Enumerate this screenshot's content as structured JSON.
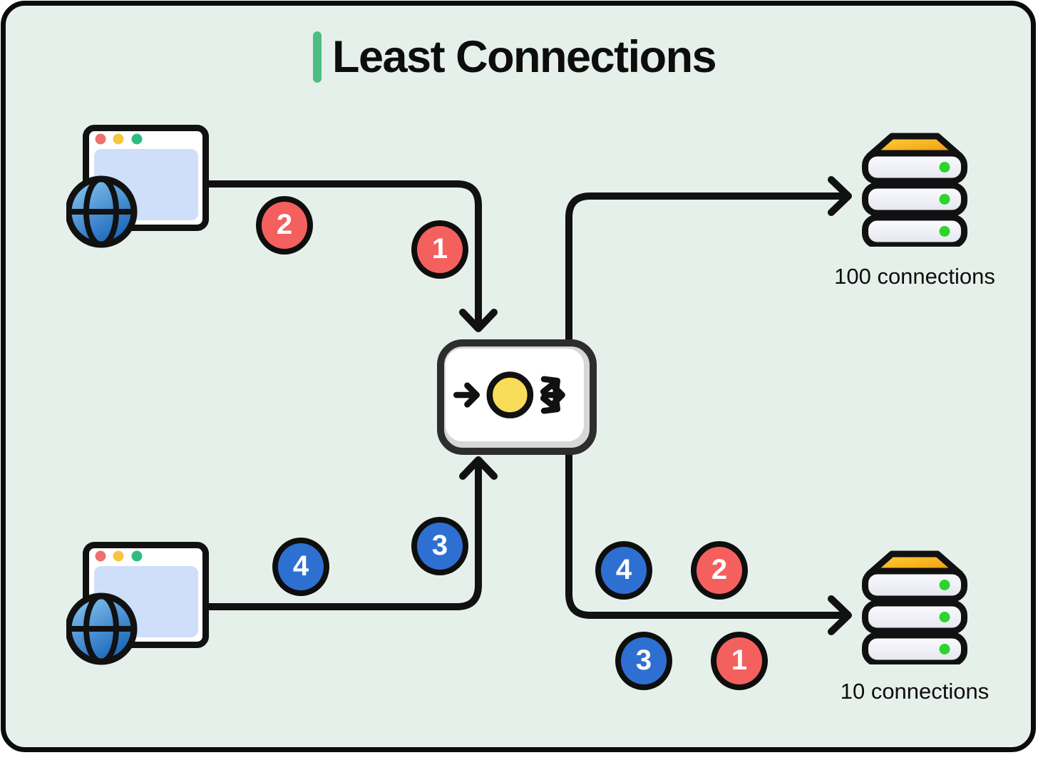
{
  "title": {
    "text": "Least Connections"
  },
  "colors": {
    "panel_background": "#e6f0ea",
    "stroke_black": "#111111",
    "accent_green": "#4dbd82",
    "badge_red": "#f4605e",
    "badge_blue": "#2e70d2",
    "lb_yellow": "#f8dc5a",
    "led_green": "#2ed32e",
    "browser_content_blue": "#cfdef9",
    "server_top_orange": "#f0980f"
  },
  "icons": [
    {
      "name": "browser-window-icon",
      "meaning": "web client window with traffic-light dots"
    },
    {
      "name": "globe-icon",
      "meaning": "internet client"
    },
    {
      "name": "load-balancer-icon",
      "meaning": "distributor: one arrow in, three arrows out of yellow node"
    },
    {
      "name": "server-stack-icon",
      "meaning": "database/server rack with status LEDs"
    }
  ],
  "clients": [
    {
      "name": "web-client-top"
    },
    {
      "name": "web-client-bottom"
    }
  ],
  "servers": [
    {
      "label": "100 connections"
    },
    {
      "label": "10 connections"
    }
  ],
  "requests": [
    {
      "value": "2",
      "color": "red",
      "location": "client-top-to-lb"
    },
    {
      "value": "1",
      "color": "red",
      "location": "client-top-to-lb"
    },
    {
      "value": "4",
      "color": "blue",
      "location": "client-bottom-to-lb"
    },
    {
      "value": "3",
      "color": "blue",
      "location": "client-bottom-to-lb"
    },
    {
      "value": "4",
      "color": "blue",
      "location": "lb-to-bottom-server"
    },
    {
      "value": "2",
      "color": "red",
      "location": "lb-to-bottom-server"
    },
    {
      "value": "3",
      "color": "blue",
      "location": "lb-to-bottom-server"
    },
    {
      "value": "1",
      "color": "red",
      "location": "lb-to-bottom-server"
    }
  ]
}
